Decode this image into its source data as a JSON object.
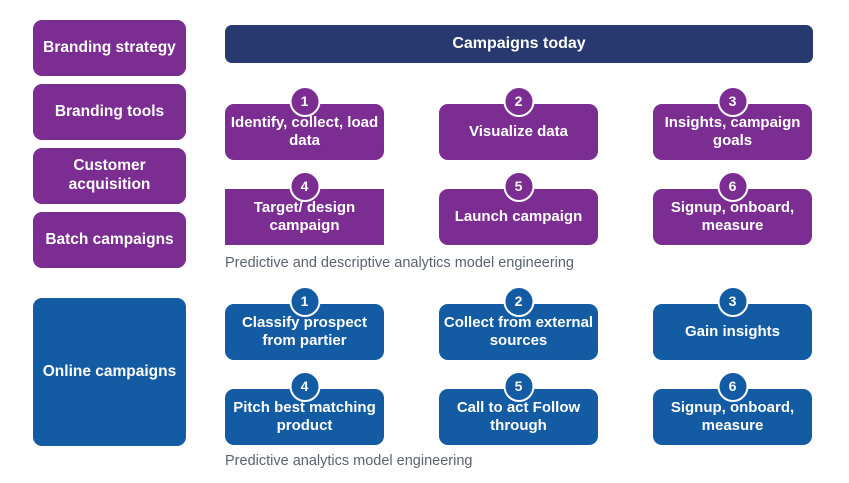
{
  "colors": {
    "purple": "#7b2d92",
    "blue": "#135ba3",
    "navy": "#27396e",
    "caption_gray": "#5a6272",
    "background": "#ffffff"
  },
  "sidebar": {
    "items": [
      {
        "label": "Branding strategy",
        "color": "purple"
      },
      {
        "label": "Branding tools",
        "color": "purple"
      },
      {
        "label": "Customer acquisition",
        "color": "purple"
      },
      {
        "label": "Batch campaigns",
        "color": "purple"
      }
    ],
    "online": {
      "label": "Online campaigns",
      "color": "blue"
    }
  },
  "banner": {
    "title": "Campaigns today"
  },
  "sections": [
    {
      "id": "campaigns-today",
      "color": "purple",
      "caption": "Predictive and descriptive analytics model engineering",
      "steps": [
        {
          "number": "1",
          "label": "Identify, collect, load data",
          "shape": "rounded"
        },
        {
          "number": "2",
          "label": "Visualize data",
          "shape": "rounded"
        },
        {
          "number": "3",
          "label": "Insights, campaign goals",
          "shape": "rounded"
        },
        {
          "number": "4",
          "label": "Target/ design campaign",
          "shape": "square"
        },
        {
          "number": "5",
          "label": "Launch campaign",
          "shape": "rounded"
        },
        {
          "number": "6",
          "label": "Signup, onboard, measure",
          "shape": "rounded"
        }
      ]
    },
    {
      "id": "online-campaigns",
      "color": "blue",
      "caption": "Predictive analytics model engineering",
      "steps": [
        {
          "number": "1",
          "label": "Classify prospect from partier",
          "shape": "rounded"
        },
        {
          "number": "2",
          "label": "Collect from external sources",
          "shape": "rounded"
        },
        {
          "number": "3",
          "label": "Gain insights",
          "shape": "rounded"
        },
        {
          "number": "4",
          "label": "Pitch best matching product",
          "shape": "rounded"
        },
        {
          "number": "5",
          "label": "Call to act Follow through",
          "shape": "rounded"
        },
        {
          "number": "6",
          "label": "Signup, onboard, measure",
          "shape": "rounded"
        }
      ]
    }
  ]
}
